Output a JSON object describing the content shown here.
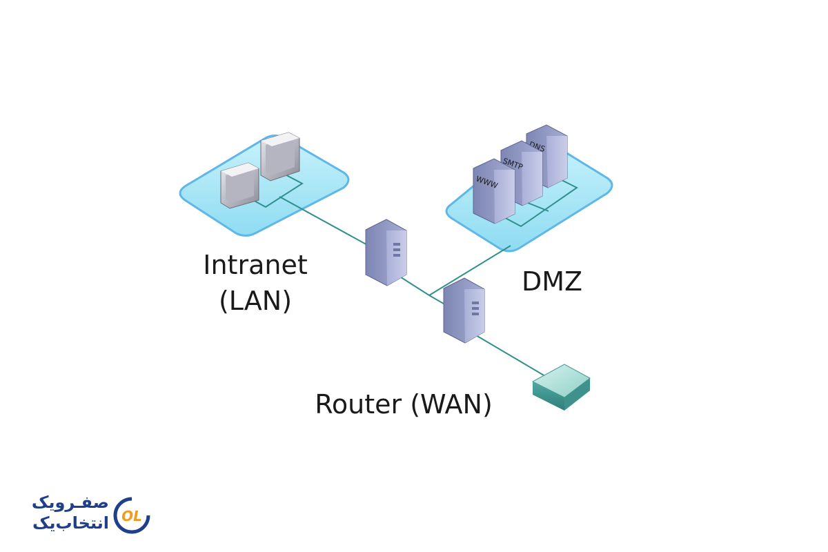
{
  "diagram": {
    "labels": {
      "intranet_line1": "Intranet",
      "intranet_line2": "(LAN)",
      "dmz": "DMZ",
      "router": "Router (WAN)"
    },
    "server_labels": {
      "www": "WWW",
      "smtp": "SMTP",
      "dns": "DNS"
    },
    "colors": {
      "zone_fill": "#a9e6f7",
      "zone_stroke": "#5fb6e8",
      "link": "#2f8f8a",
      "server_body": "#8e97c2",
      "router_body": "#7fc6bf"
    }
  },
  "logo": {
    "line1": "صفـرویک",
    "line2": "انتخاب‌یک",
    "mark": "OL",
    "colors": {
      "blue": "#1f3f8a",
      "orange": "#f29a1f"
    }
  }
}
